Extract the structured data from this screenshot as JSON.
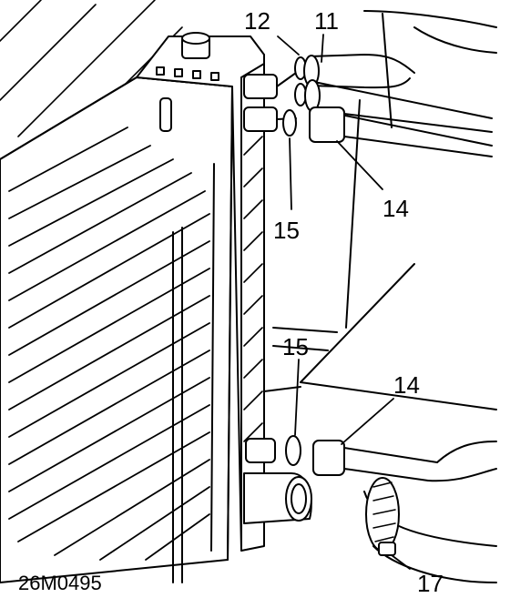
{
  "figure": {
    "code": "26M0495"
  },
  "callouts": {
    "c12": "12",
    "c11": "11",
    "c14_top": "14",
    "c15_top": "15",
    "c15_mid": "15",
    "c14_mid": "14",
    "c17": "17"
  }
}
